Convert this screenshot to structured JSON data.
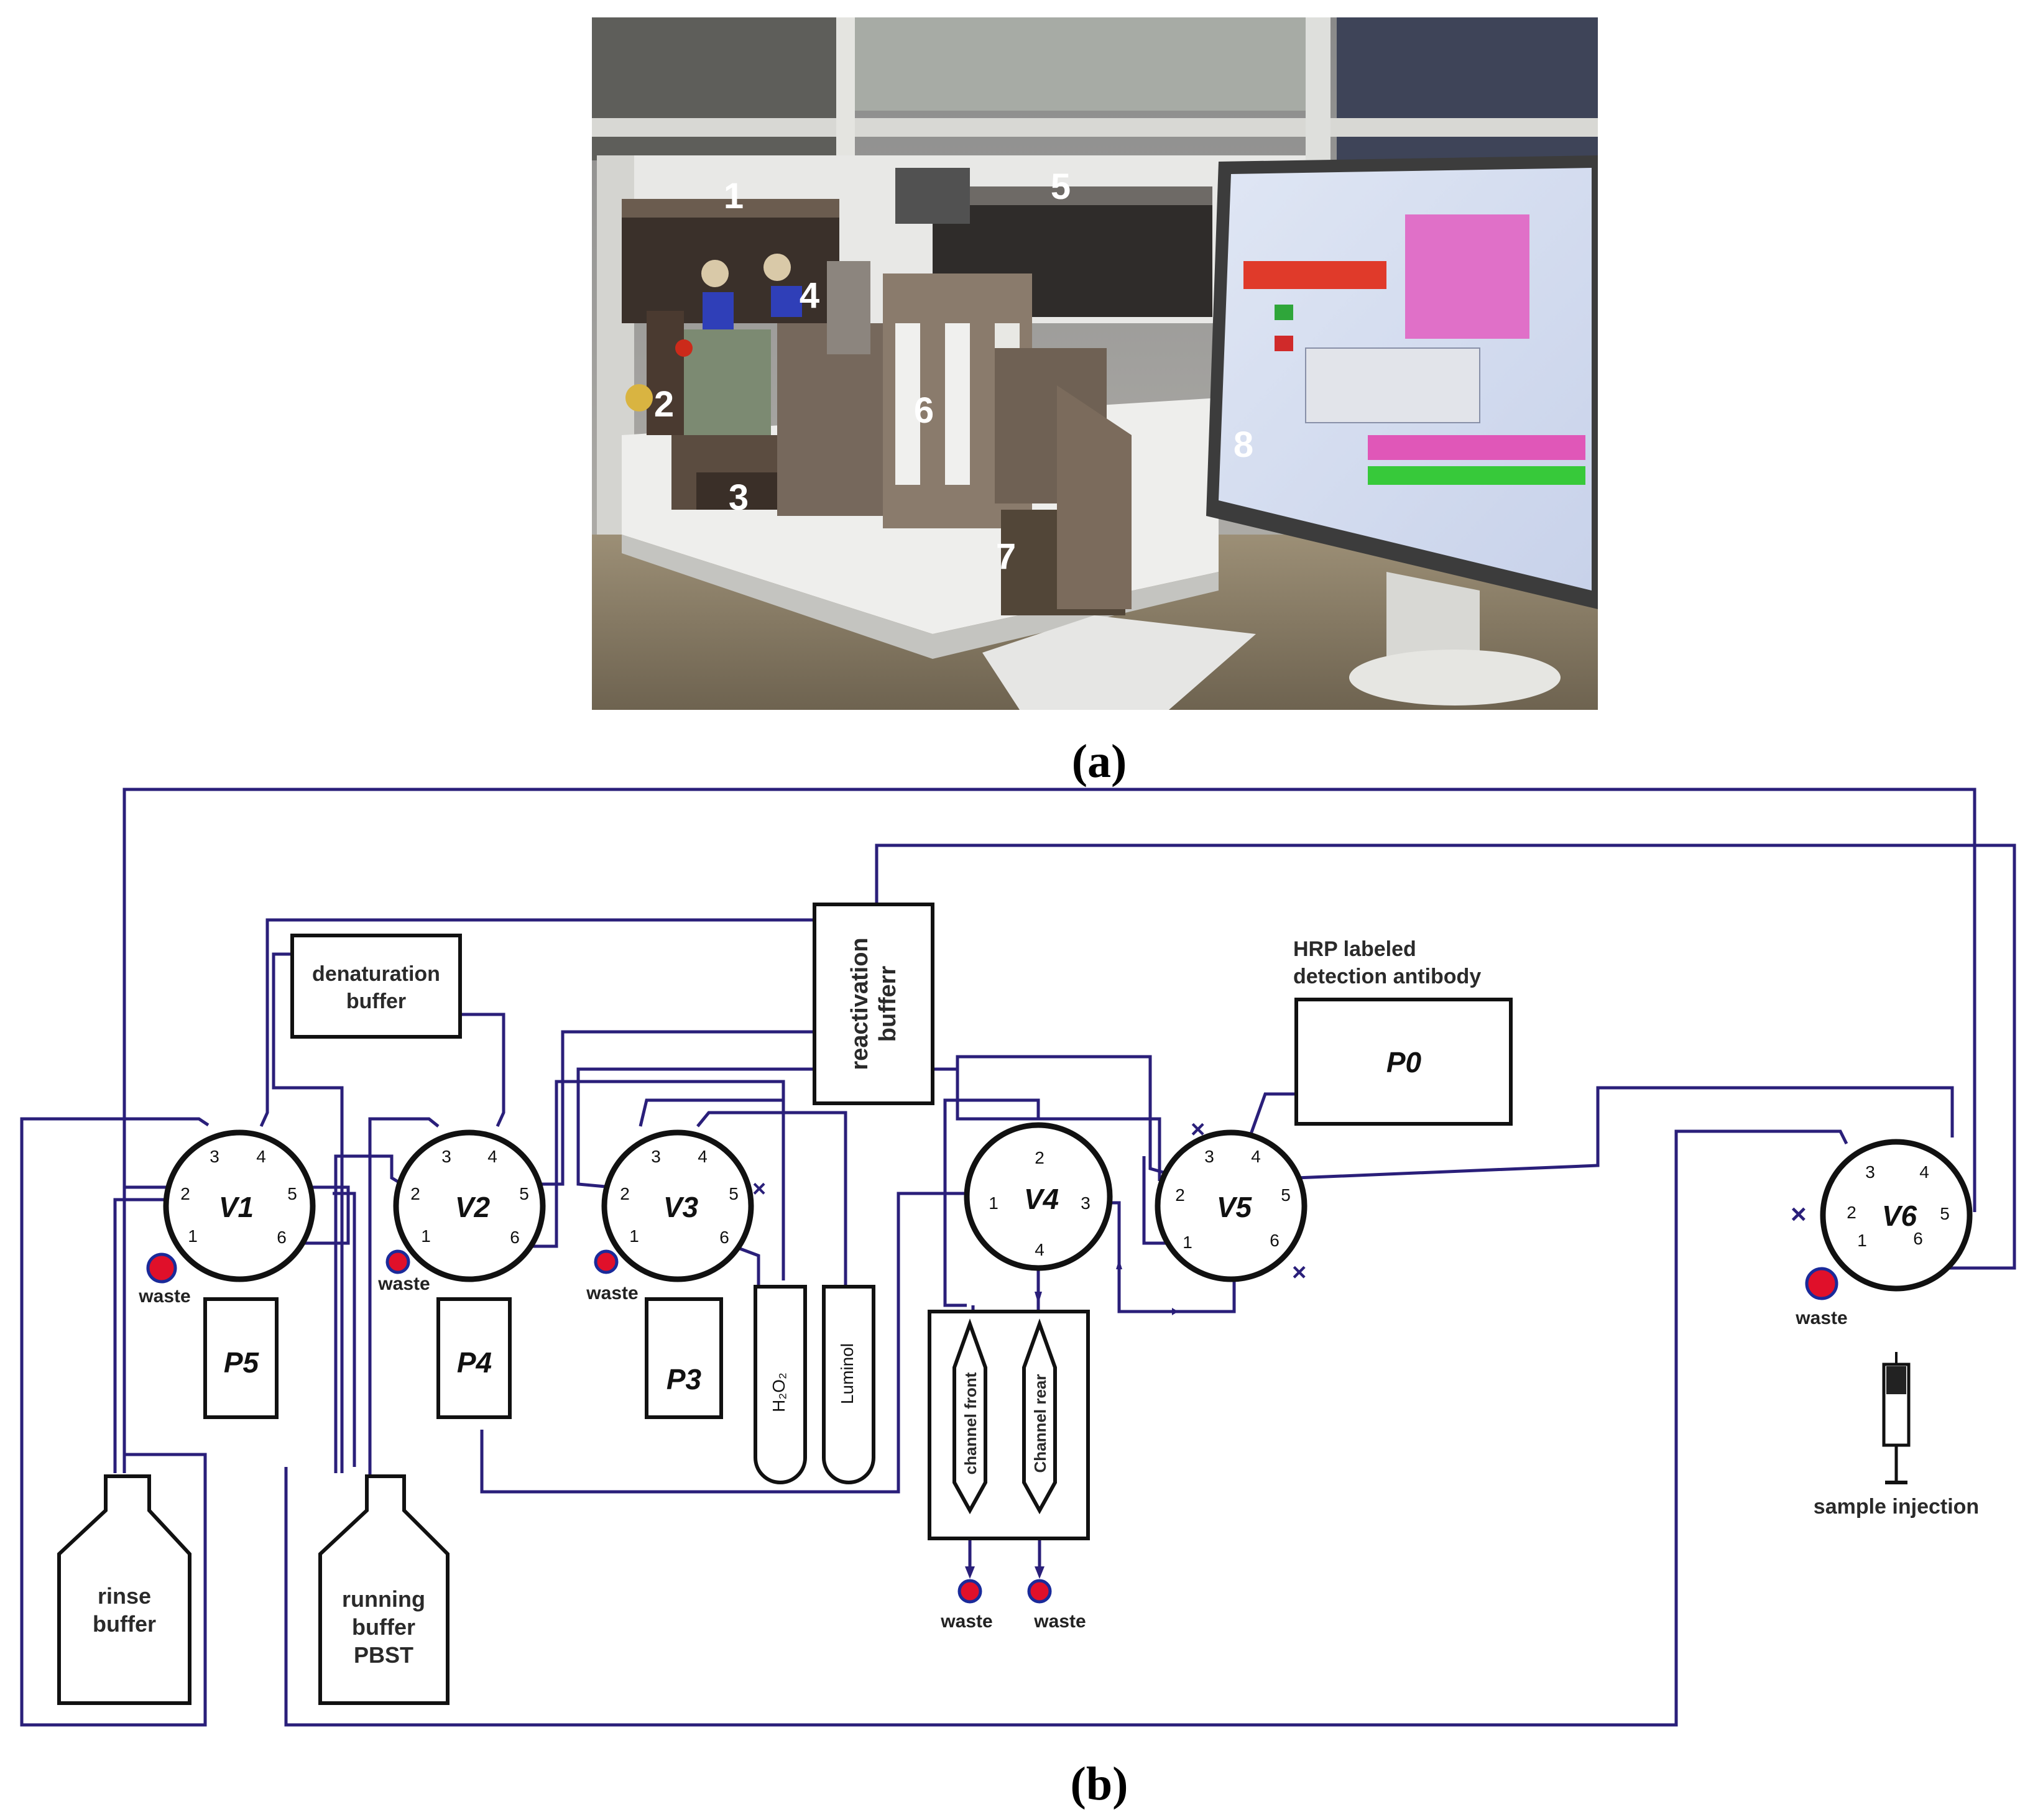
{
  "panel_a": {
    "caption": "(a)",
    "component_numbers": [
      "1",
      "2",
      "3",
      "4",
      "5",
      "6",
      "7",
      "8"
    ]
  },
  "panel_b": {
    "caption": "(b)",
    "valves": {
      "v1": "V1",
      "v2": "V2",
      "v3": "V3",
      "v4": "V4",
      "v5": "V5",
      "v6": "V6"
    },
    "pumps": {
      "p0": "P0",
      "p3": "P3",
      "p4": "P4",
      "p5": "P5"
    },
    "reagents": {
      "denaturation_line1": "denaturation",
      "denaturation_line2": "buffer",
      "reactivation_line1": "reactivation",
      "reactivation_line2": "bufferr",
      "hrp_line1": "HRP labeled",
      "hrp_line2": "detection antibody",
      "h2o2": "H₂O₂",
      "luminol": "Luminol",
      "rinse_line1": "rinse",
      "rinse_line2": "buffer",
      "running_line1": "running",
      "running_line2": "buffer",
      "running_line3": "PBST"
    },
    "channels": {
      "front": "channel front",
      "rear": "Channel rear"
    },
    "waste": "waste",
    "sample_injection": "sample injection",
    "ports": [
      "1",
      "2",
      "3",
      "4",
      "5",
      "6"
    ]
  },
  "colors": {
    "tubing": "#2a1f7a",
    "waste_dot": "#e0102a",
    "waste_dot_stroke": "#1a2a9a"
  }
}
